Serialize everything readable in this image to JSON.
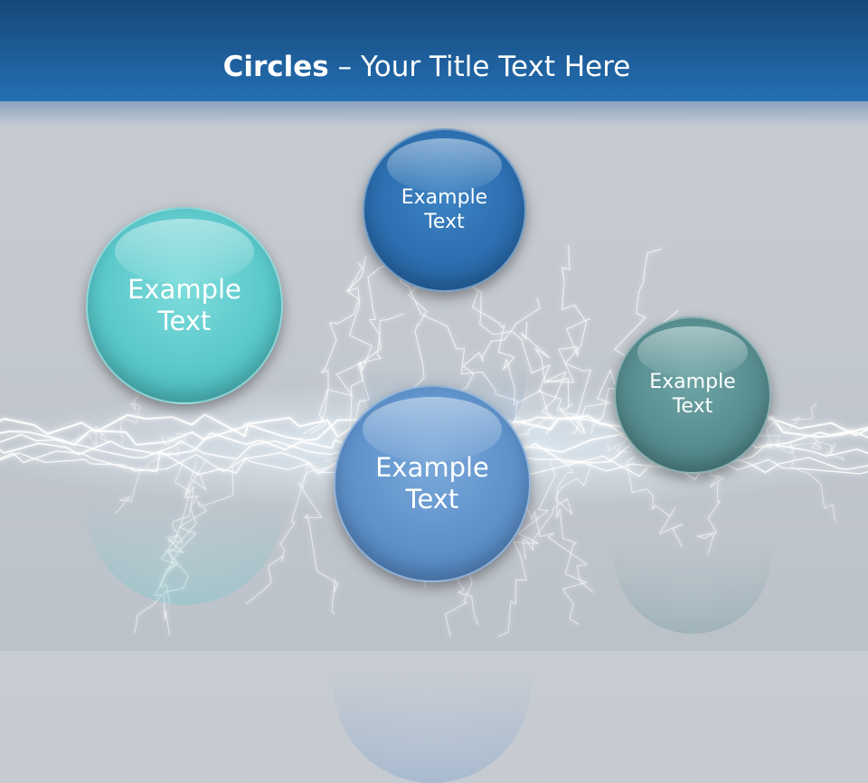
{
  "title": {
    "bold": "Circles",
    "rest": " – Your Title Text Here"
  },
  "circles": [
    {
      "line1": "Example",
      "line2": "Text",
      "color": "#5ac8ca"
    },
    {
      "line1": "Example",
      "line2": "Text",
      "color": "#2c6eaf"
    },
    {
      "line1": "Example",
      "line2": "Text",
      "color": "#5e91ca"
    },
    {
      "line1": "Example",
      "line2": "Text",
      "color": "#578d8f"
    }
  ],
  "colors": {
    "header": "#1d5d99",
    "background": "#c4c9d0",
    "lightning": "#ffffff"
  }
}
